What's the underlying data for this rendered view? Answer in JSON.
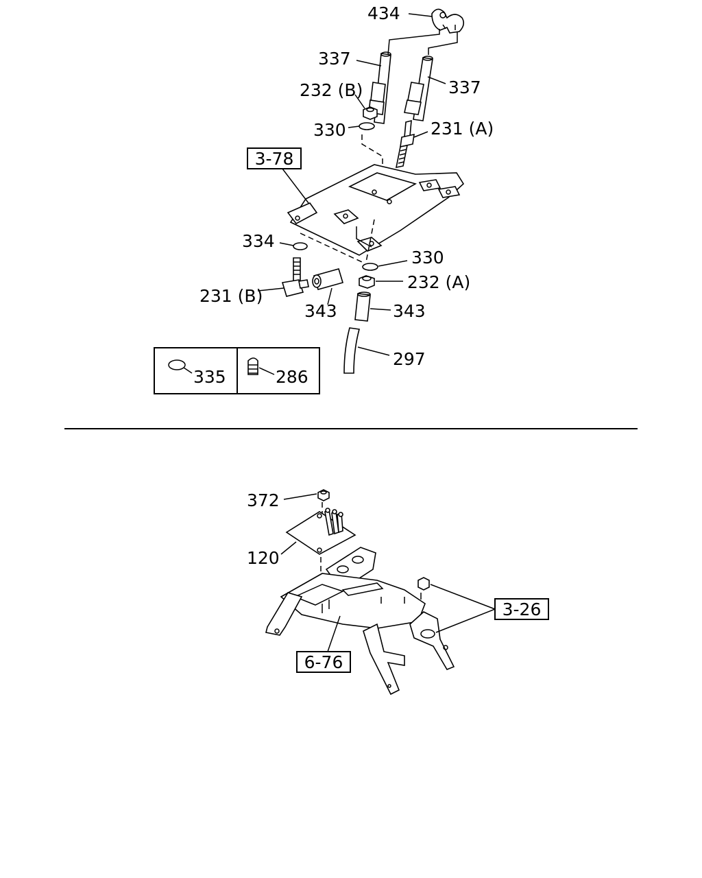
{
  "upper_assembly": {
    "callouts": {
      "c434": "434",
      "c337_left": "337",
      "c337_right": "337",
      "c232b": "232 (B)",
      "c330_top": "330",
      "c231a": "231 (A)",
      "c334": "334",
      "c330_bottom": "330",
      "c232a": "232 (A)",
      "c231b": "231 (B)",
      "c343_left": "343",
      "c343_right": "343",
      "c297": "297"
    },
    "reference_boxes": {
      "ref_3_78": "3-78"
    },
    "inset_table": {
      "cell_1": "335",
      "cell_2": "286"
    }
  },
  "lower_assembly": {
    "callouts": {
      "c372": "372",
      "c120": "120"
    },
    "reference_boxes": {
      "ref_3_26": "3-26",
      "ref_6_76": "6-76"
    }
  }
}
